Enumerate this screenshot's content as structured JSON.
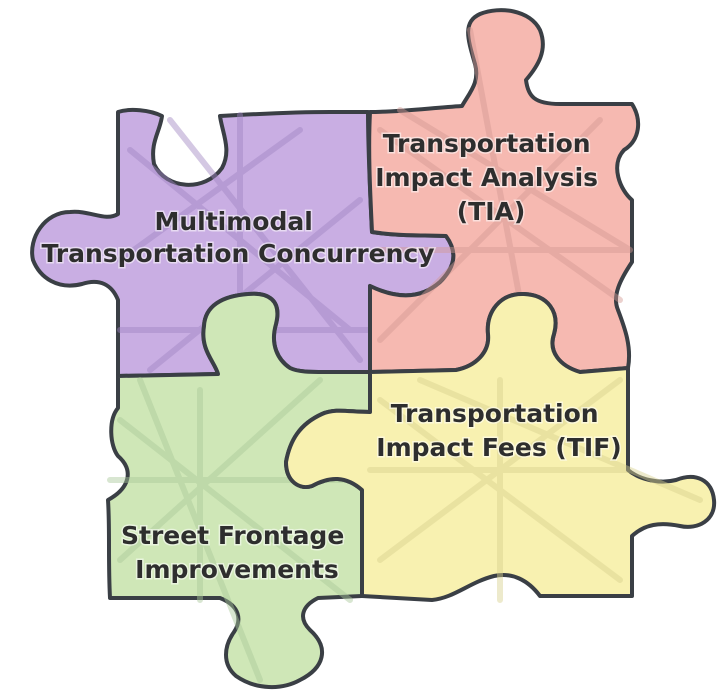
{
  "pieces": {
    "concurrency": {
      "lines": [
        "Multimodal",
        "Transportation Concurrency"
      ],
      "color": "#c9aee3",
      "grid_color": "#9f86c0"
    },
    "tia": {
      "lines": [
        "Transportation",
        "Impact Analysis",
        "(TIA)"
      ],
      "color": "#f6b9b1",
      "grid_color": "#d39a92"
    },
    "frontage": {
      "lines": [
        "Street Frontage",
        "Improvements"
      ],
      "color": "#cfe7b7",
      "grid_color": "#a9c79a"
    },
    "tif": {
      "lines": [
        "Transportation",
        "Impact Fees (TIF)"
      ],
      "color": "#f8f1b0",
      "grid_color": "#d8d18d"
    }
  },
  "outline_color": "#3a3f45",
  "text_color": "#2e2e2e"
}
